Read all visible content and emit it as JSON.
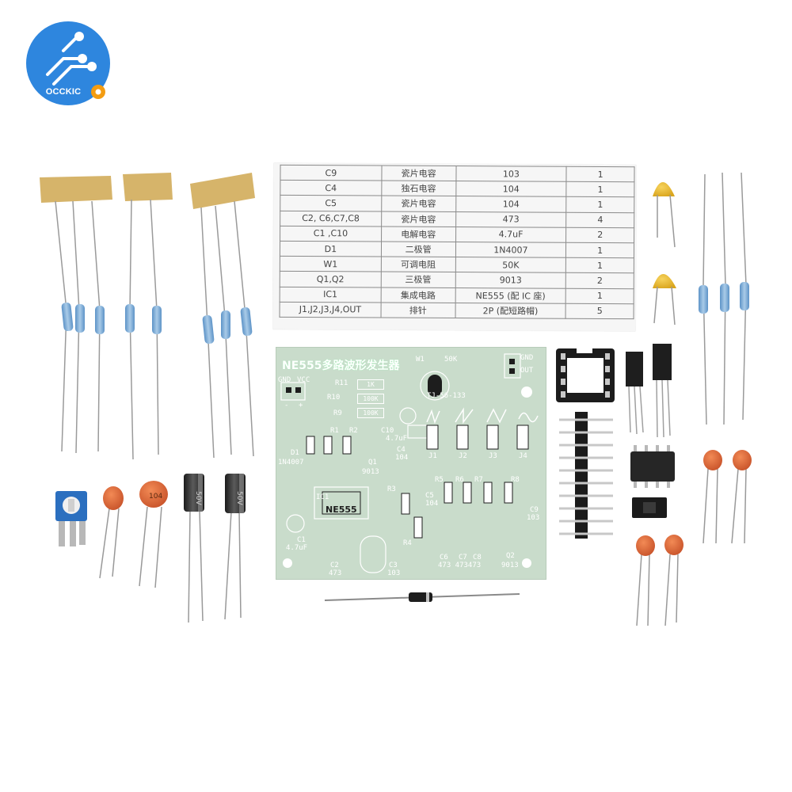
{
  "brand": {
    "logo_text": "OCCKIC",
    "logo_color": "#2e86de"
  },
  "bom": {
    "rows": [
      [
        "C9",
        "瓷片电容",
        "103",
        "1"
      ],
      [
        "C4",
        "独石电容",
        "104",
        "1"
      ],
      [
        "C5",
        "瓷片电容",
        "104",
        "1"
      ],
      [
        "C2, C6,C7,C8",
        "瓷片电容",
        "473",
        "4"
      ],
      [
        "C1 ,C10",
        "电解电容",
        "4.7uF",
        "2"
      ],
      [
        "D1",
        "二极管",
        "1N4007",
        "1"
      ],
      [
        "W1",
        "可调电阻",
        "50K",
        "1"
      ],
      [
        "Q1,Q2",
        "三极管",
        "9013",
        "2"
      ],
      [
        "IC1",
        "集成电路",
        "NE555 (配 IC 座)",
        "1"
      ],
      [
        "J1,J2,J3,J4,OUT",
        "排针",
        "2P (配短路帽)",
        "5"
      ]
    ]
  },
  "pcb": {
    "title": "NE555多路波形发生器",
    "board_color": "#c9dccb",
    "labels": {
      "w1": "W1",
      "pot_value": "50K",
      "gnd_r": "GND",
      "out": "OUT",
      "gnd_l": "GND",
      "vcc": "VCC",
      "minus": "-",
      "plus": "+",
      "r11": "R11",
      "r10": "R10",
      "r9": "R9",
      "r11_val": "1K",
      "r10_val": "100K",
      "r9_val": "100K",
      "model": "TJ-56-133",
      "r1": "R1",
      "r2": "R2",
      "c10": "C10",
      "c10_val": "4.7uF",
      "d1": "D1",
      "d1_val": "1N4007",
      "q1": "Q1",
      "q1_val": "9013",
      "c4": "C4",
      "c4_val": "104",
      "j1": "J1",
      "j2": "J2",
      "j3": "J3",
      "j4": "J4",
      "r3": "R3",
      "r5": "R5",
      "r6": "R6",
      "r7": "R7",
      "r8": "R8",
      "ic1": "IC1",
      "ne555": "NE555",
      "c5": "C5",
      "c5_val": "104",
      "c9": "C9",
      "c9_val": "103",
      "r4": "R4",
      "c1": "C1",
      "c1_val": "4.7uF",
      "c2": "C2",
      "c2_val": "473",
      "c3": "C3",
      "c3_val": "103",
      "c6": "C6",
      "c7": "C7",
      "c8": "C8",
      "c678_vals": "473 473473",
      "q2": "Q2",
      "q2_val": "9013"
    }
  },
  "components": {
    "ceramic_cap_label": "104",
    "electrolytic_label": "50V"
  }
}
